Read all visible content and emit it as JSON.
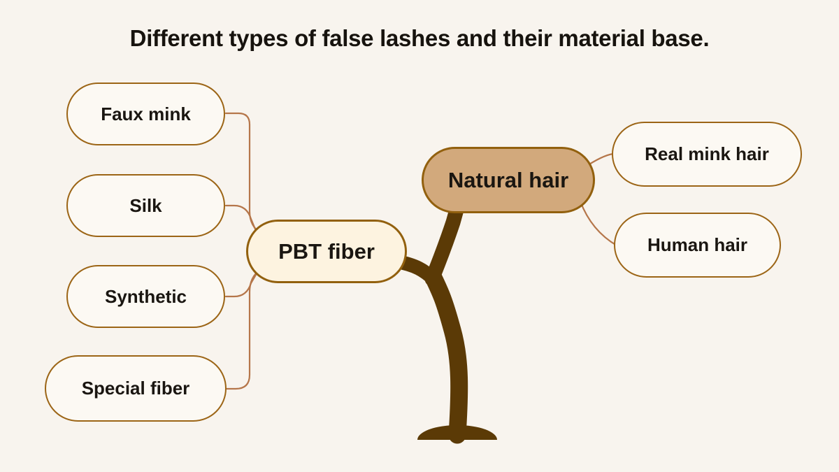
{
  "diagram": {
    "title": "Different types of false lashes and their material base.",
    "nodes": {
      "pbt_fiber": {
        "label": "PBT fiber",
        "children": [
          "faux_mink",
          "silk",
          "synthetic",
          "special_fiber"
        ]
      },
      "natural_hair": {
        "label": "Natural hair",
        "children": [
          "real_mink_hair",
          "human_hair"
        ]
      },
      "faux_mink": {
        "label": "Faux mink"
      },
      "silk": {
        "label": "Silk"
      },
      "synthetic": {
        "label": "Synthetic"
      },
      "special_fiber": {
        "label": "Special fiber"
      },
      "real_mink_hair": {
        "label": "Real mink hair"
      },
      "human_hair": {
        "label": "Human hair"
      }
    },
    "colors": {
      "background": "#f8f4ee",
      "leaf_node_fill": "#fcf9f3",
      "leaf_node_border": "#9c6516",
      "pbt_node_fill": "#fdf3e0",
      "natural_node_fill": "#d2a97c",
      "branch_node_border": "#92600e",
      "connector_line": "#b5764a",
      "tree_trunk": "#5b3a06",
      "text": "#1a1611"
    }
  }
}
